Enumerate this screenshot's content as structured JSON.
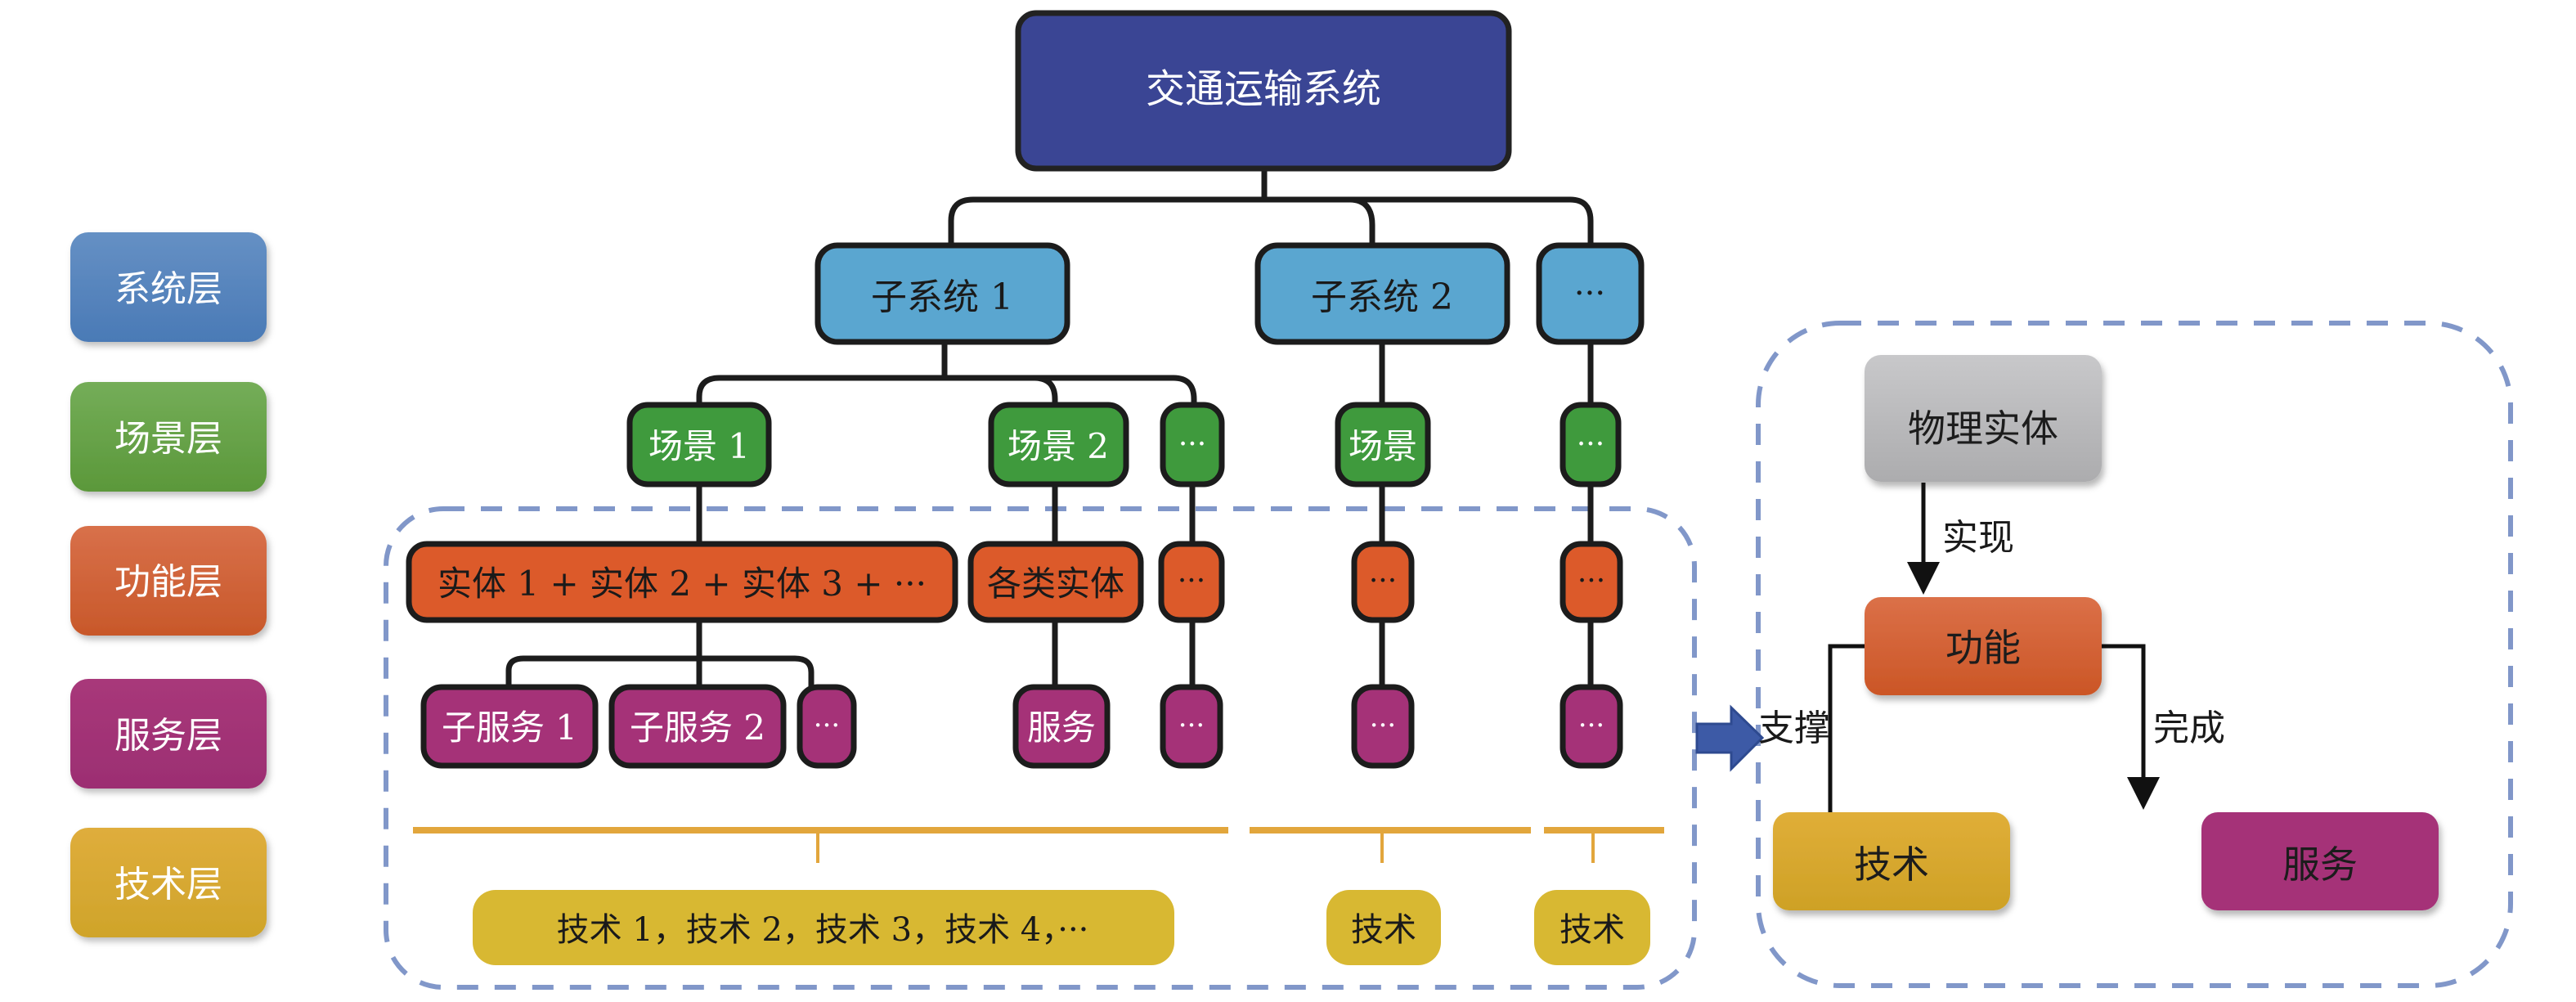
{
  "colors": {
    "system_root": "#3a4594",
    "subsystem": "#5aa6d0",
    "scene": "#3f9a3d",
    "function": "#dc5a2a",
    "service": "#a53278",
    "technology": "#d8b832",
    "physical": "#b9b9bb",
    "dashed": "#8197c9",
    "tech_line": "#e2a63c",
    "arrow_blue": "#3d5aa6"
  },
  "legend": [
    {
      "label": "系统层",
      "key": "subsystem_legend"
    },
    {
      "label": "场景层",
      "key": "scene"
    },
    {
      "label": "功能层",
      "key": "function"
    },
    {
      "label": "服务层",
      "key": "service"
    },
    {
      "label": "技术层",
      "key": "technology"
    }
  ],
  "tree": {
    "root": "交通运输系统",
    "subsystems": [
      "子系统 1",
      "子系统 2",
      "···"
    ],
    "scenes": [
      "场景 1",
      "场景 2",
      "···",
      "场景",
      "···"
    ],
    "functions": [
      "实体 1 + 实体 2 + 实体 3 + ···",
      "各类实体",
      "···",
      "···",
      "···"
    ],
    "services": [
      "子服务 1",
      "子服务 2",
      "···",
      "服务",
      "···",
      "···",
      "···"
    ],
    "technologies": [
      "技术 1，技术 2，技术 3，技术 4，···",
      "技术",
      "技术"
    ]
  },
  "relation": {
    "physical": "物理实体",
    "function": "功能",
    "technology": "技术",
    "service": "服务",
    "edge_realize": "实现",
    "edge_support": "支撑",
    "edge_complete": "完成"
  }
}
